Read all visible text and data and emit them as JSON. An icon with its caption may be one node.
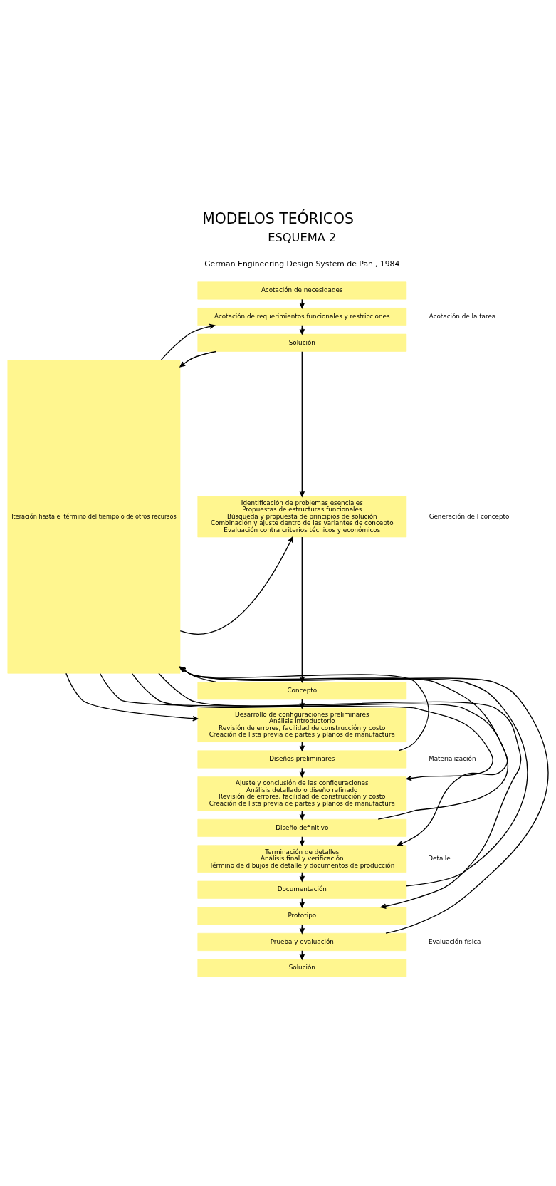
{
  "diagram": {
    "title": "MODELOS TEÓRICOS",
    "nodes": [
      {
        "text": [
          "Iteración hasta el término del tiempo o de otros recursos"
        ]
      },
      {
        "text": [
          "Acotación de necesidades"
        ]
      },
      {
        "text": [
          "Acotación de requerimientos funcionales y restricciones"
        ]
      },
      {
        "text": [
          "Solución"
        ]
      },
      {
        "text": [
          "Identificación de problemas esenciales",
          "Propuestas de estructuras funcionales",
          "Búsqueda y propuesta de principios de solución",
          "Combinación y ajuste dentro de las variantes de concepto",
          "Evaluación contra criterios técnicos y económicos"
        ]
      },
      {
        "text": [
          "Concepto"
        ]
      },
      {
        "text": [
          "Desarrollo de configuraciones preliminares",
          "Análisis introductorio",
          "Revisión de errores, facilidad de construcción y costo",
          "Creación de lista previa de partes y planos de manufactura"
        ]
      },
      {
        "text": [
          "Diseños preliminares"
        ]
      },
      {
        "text": [
          "Ajuste y conclusión de las configuraciones",
          "Análisis detallado o diseño refinado",
          "Revisión de errores, facilidad de construcción y costo",
          "Creación de lista previa de partes y planos de manufactura"
        ]
      },
      {
        "text": [
          "Diseño definitivo"
        ]
      },
      {
        "text": [
          "Terminación de detalles",
          "Análisis final y verificación",
          "Término de dibujos de detalle y documentos de producción"
        ]
      },
      {
        "text": [
          "Documentación"
        ]
      },
      {
        "text": [
          "Prototipo"
        ]
      },
      {
        "text": [
          "Prueba y evaluación"
        ]
      },
      {
        "text": [
          "Solución"
        ]
      }
    ],
    "edges": [
      {
        "from": 1,
        "to": 2,
        "arrow": "to"
      },
      {
        "from": 2,
        "to": 3,
        "arrow": "to"
      },
      {
        "from": 3,
        "to": 4,
        "arrow": "to"
      },
      {
        "from": 4,
        "to": 5,
        "arrow": "to"
      },
      {
        "from": 5,
        "to": 6,
        "arrow": "to"
      },
      {
        "from": 6,
        "to": 7,
        "arrow": "to"
      },
      {
        "from": 7,
        "to": 8,
        "arrow": "to"
      },
      {
        "from": 8,
        "to": 9,
        "arrow": "to"
      },
      {
        "from": 9,
        "to": 10,
        "arrow": "to"
      },
      {
        "from": 10,
        "to": 11,
        "arrow": "to"
      },
      {
        "from": 11,
        "to": 12,
        "arrow": "to"
      },
      {
        "from": 12,
        "to": 13,
        "arrow": "to"
      },
      {
        "from": 13,
        "to": 14,
        "arrow": "to"
      },
      {
        "from": 0,
        "to": 2,
        "arrow": "to"
      },
      {
        "from": 3,
        "to": 0,
        "arrow": "to"
      },
      {
        "from": 0,
        "to": 4,
        "arrow": "to"
      },
      {
        "from": 5,
        "to": 0,
        "arrow": "to"
      },
      {
        "from": 0,
        "to": 6,
        "arrow": "to"
      },
      {
        "from": 7,
        "to": 0,
        "arrow": "to"
      },
      {
        "from": 0,
        "to": 8,
        "arrow": "to"
      },
      {
        "from": 9,
        "to": 0,
        "arrow": "to"
      },
      {
        "from": 0,
        "to": 10,
        "arrow": "to"
      },
      {
        "from": 11,
        "to": 0,
        "arrow": "to"
      },
      {
        "from": 0,
        "to": 12,
        "arrow": "to"
      },
      {
        "from": 13,
        "to": 0,
        "arrow": "to"
      }
    ],
    "labels": [
      "ESQUEMA 2",
      "German Engineering Design System de Pahl, 1984",
      "Acotación de la tarea",
      "Generación de l concepto",
      "Materialización",
      "Detalle",
      "Evaluación física"
    ]
  }
}
